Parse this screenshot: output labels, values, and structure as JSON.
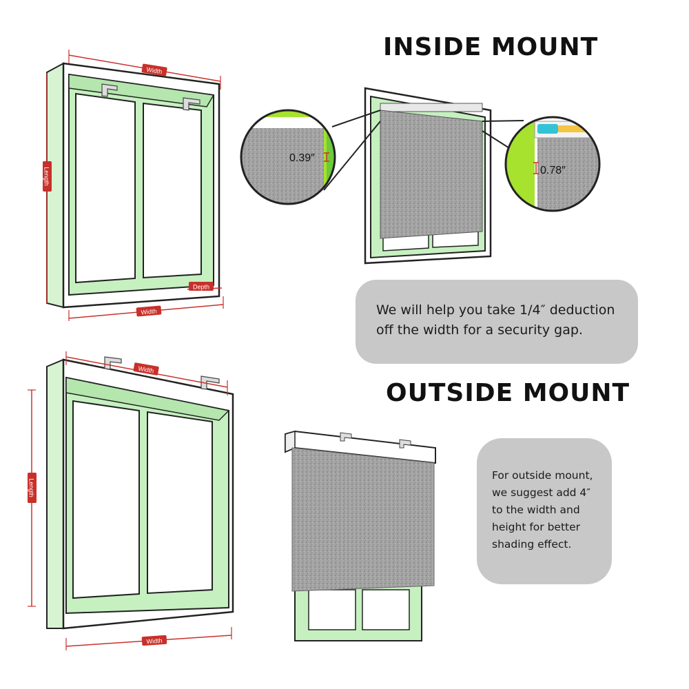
{
  "headings": {
    "inside_mount": "INSIDE MOUNT",
    "outside_mount": "OUTSIDE MOUNT"
  },
  "notes": {
    "inside_line1": "We will help you take  1/4″ deduction",
    "inside_line2": "off the width for a security gap.",
    "outside_line1": "For  outside mount,",
    "outside_line2": "we suggest  add 4″",
    "outside_line3": "to the  width and",
    "outside_line4": "height for better",
    "outside_line5": "shading effect."
  },
  "dimension_labels": {
    "top_width": "Width",
    "top_length": "Length",
    "top_depth": "Depth",
    "top_bottom_width": "Width",
    "bottom_width": "Width",
    "bottom_length": "Length",
    "bottom_bottom_width": "Width"
  },
  "detail_labels": {
    "left_gap": "0.39″",
    "right_gap": "0.78″"
  },
  "colors": {
    "frame_green": "#c6f0c0",
    "glass": "#ffffff",
    "outline": "#222222",
    "dimension_red": "#c8302a",
    "lime": "#a6e22e",
    "shade_gray": "#9a9a9a",
    "note_gray": "#c8c8c8"
  }
}
